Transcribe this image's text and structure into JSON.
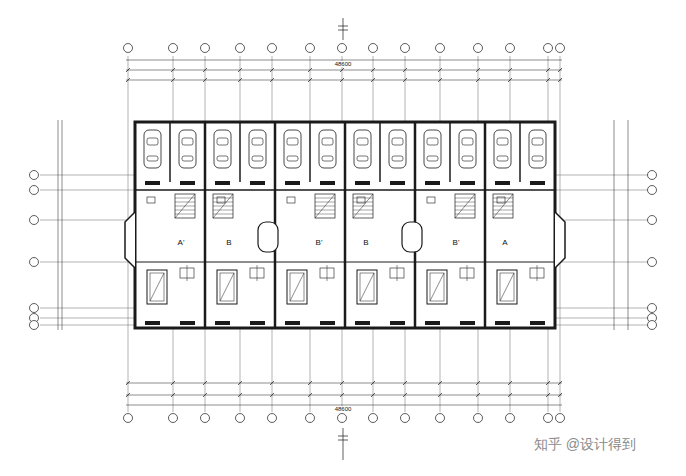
{
  "diagram": {
    "labels": [
      "48600",
      "A'",
      "B",
      "B'",
      "B",
      "B'",
      "A",
      "48600",
      "知乎 @设计得到"
    ]
  }
}
